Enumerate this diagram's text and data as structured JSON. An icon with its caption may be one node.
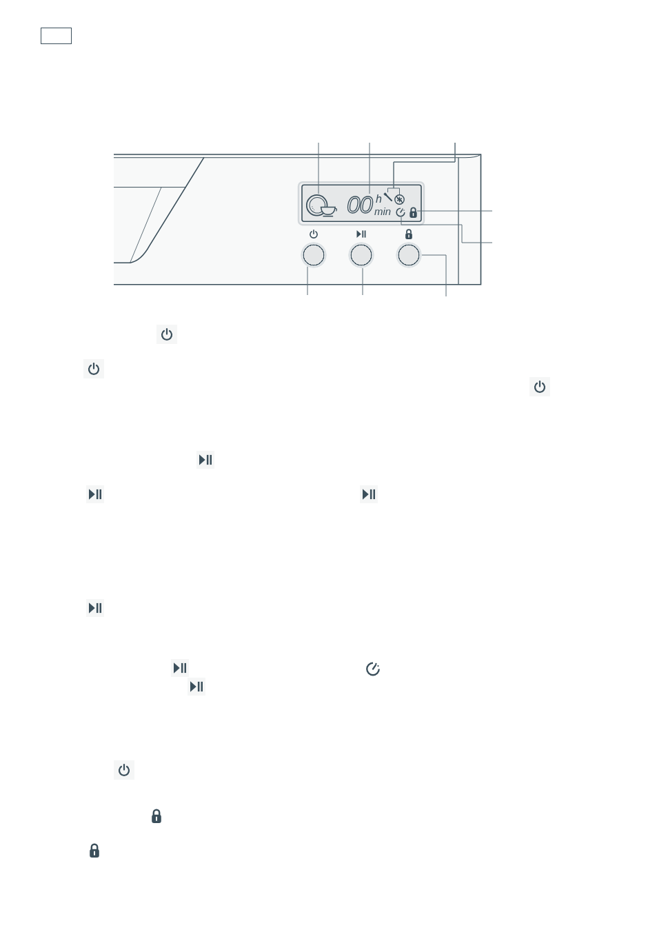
{
  "diagram": {
    "nodes": [
      {
        "text": [],
        "shape": "picture"
      },
      {
        "text": [
          "00"
        ]
      },
      {
        "text": [],
        "shape": "picture"
      },
      {
        "text": [],
        "shape": "picture"
      },
      {
        "text": [],
        "shape": "picture"
      },
      {
        "text": [],
        "shape": "picture"
      },
      {
        "text": [],
        "shape": "circle"
      },
      {
        "text": [],
        "shape": "circle"
      },
      {
        "text": [],
        "shape": "circle"
      }
    ],
    "edges": [
      {
        "from": null,
        "to": 0,
        "arrow": "none"
      },
      {
        "from": null,
        "to": 1,
        "arrow": "none"
      },
      {
        "from": null,
        "to": 2,
        "arrow": "none"
      },
      {
        "from": null,
        "to": 3,
        "arrow": "none"
      },
      {
        "from": null,
        "to": 4,
        "arrow": "none"
      },
      {
        "from": null,
        "to": 5,
        "arrow": "none"
      },
      {
        "from": null,
        "to": 6,
        "arrow": "none"
      },
      {
        "from": null,
        "to": 7,
        "arrow": "none"
      },
      {
        "from": null,
        "to": 8,
        "arrow": "none"
      }
    ],
    "labels": [
      "h",
      "min"
    ]
  }
}
